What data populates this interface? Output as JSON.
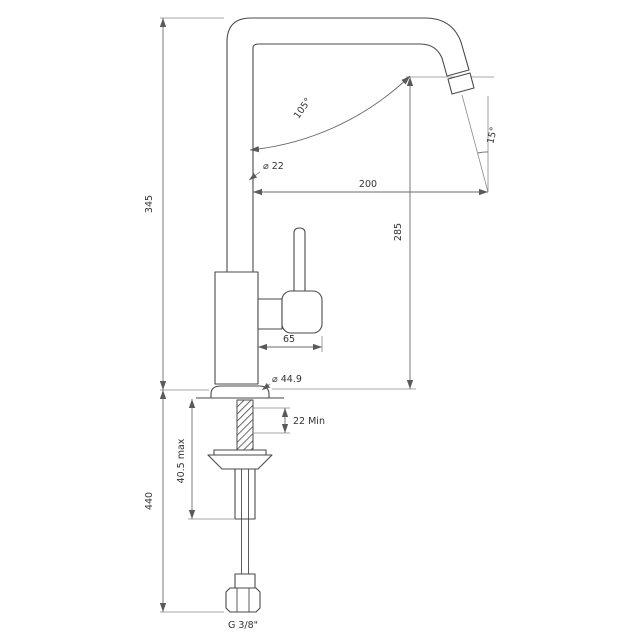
{
  "drawing": {
    "colors": {
      "line": "#4a4a4a",
      "dimension": "#6b6b6b",
      "text": "#333333",
      "background": "#ffffff"
    },
    "dimensions": {
      "overall_height": "345",
      "below_deck_length": "440",
      "spout_reach": "200",
      "spout_outlet_height": "285",
      "handle_projection": "65",
      "spout_bend_angle": "105°",
      "outlet_angle": "15°",
      "tube_diameter": "⌀ 22",
      "base_diameter": "⌀ 44.9",
      "deck_thickness_min": "22 Min",
      "deck_thickness_max": "40.5 max",
      "connection_thread": "G 3/8\""
    }
  }
}
